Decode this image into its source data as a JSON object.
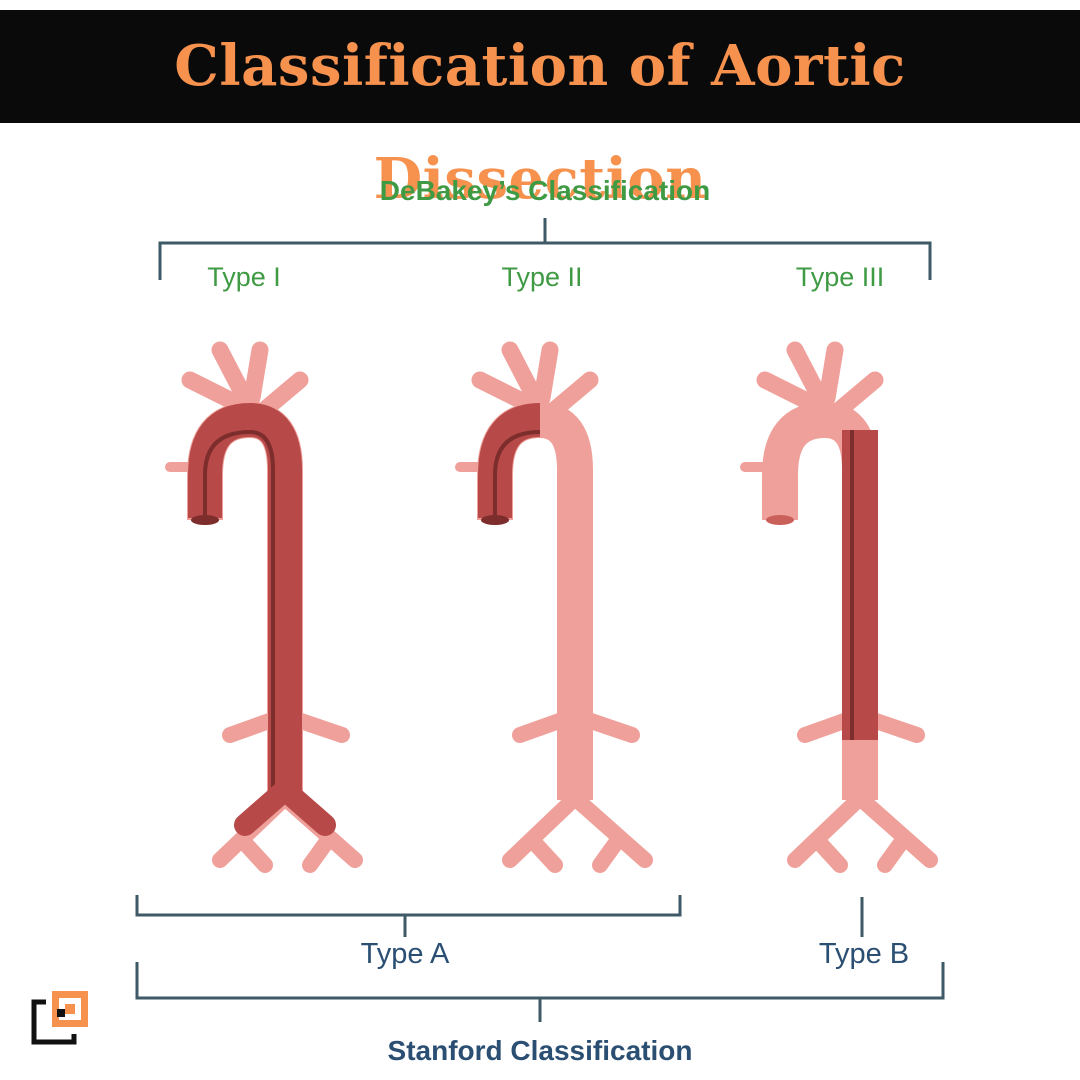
{
  "header": {
    "title": "Classification of Aortic Dissection"
  },
  "debakey": {
    "title": "DeBakey’s Classification",
    "types": [
      "Type I",
      "Type II",
      "Type III"
    ]
  },
  "stanford": {
    "title": "Stanford Classification",
    "type_a": "Type A",
    "type_b": "Type B"
  },
  "colors": {
    "header_bg": "#0a0a0a",
    "header_text": "#f6924e",
    "debakey_green": "#3f9a44",
    "stanford_navy": "#2b4f73",
    "bracket": "#3d5a66",
    "vessel_light": "#f0a09a",
    "vessel_dissected": "#b74a48",
    "logo_orange": "#f6924e"
  },
  "icons": [
    "brand-logo-icon"
  ]
}
